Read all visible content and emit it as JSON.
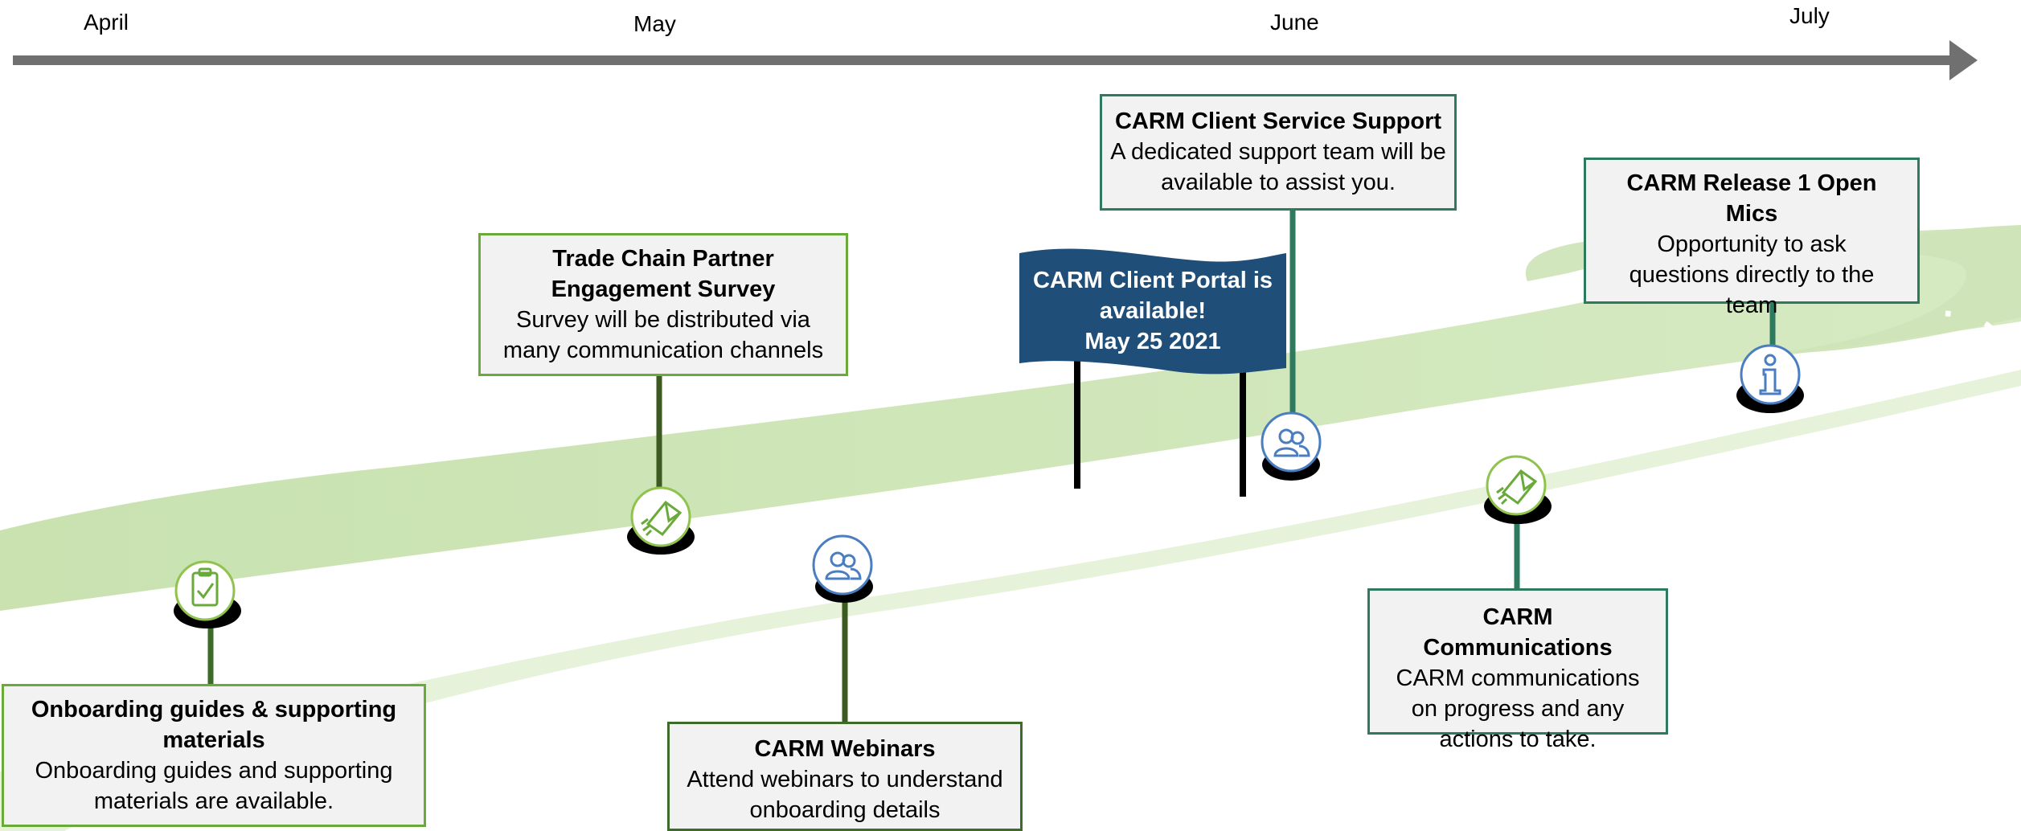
{
  "timeline": {
    "months": [
      "April",
      "May",
      "June",
      "July"
    ]
  },
  "milestones": [
    {
      "id": "onboarding",
      "title": "Onboarding guides & supporting materials",
      "desc": "Onboarding guides and supporting materials are available.",
      "icon": "clipboard-check-icon"
    },
    {
      "id": "survey",
      "title": "Trade Chain Partner Engagement Survey",
      "desc": "Survey will be distributed via many communication channels",
      "icon": "mail-send-icon"
    },
    {
      "id": "webinars",
      "title": "CARM Webinars",
      "desc": "Attend webinars to understand onboarding details",
      "icon": "people-icon"
    },
    {
      "id": "support",
      "title": "CARM Client Service Support",
      "desc": "A dedicated support team will be available to assist you.",
      "icon": "people-icon"
    },
    {
      "id": "communications",
      "title": "CARM Communications",
      "desc": "CARM communications on progress and any actions to take.",
      "icon": "mail-send-icon"
    },
    {
      "id": "openmics",
      "title": "CARM Release 1 Open Mics",
      "desc": "Opportunity to ask questions directly to the team",
      "icon": "info-icon"
    }
  ],
  "flag": {
    "line1": "CARM Client Portal is",
    "line2": "available!",
    "line3": "May 25 2021"
  },
  "colors": {
    "road": "#cfe5b8",
    "flag": "#1f4e79",
    "arrow": "#707070",
    "green_border": "#6aaa3a",
    "teal_border": "#2e7a5e"
  }
}
